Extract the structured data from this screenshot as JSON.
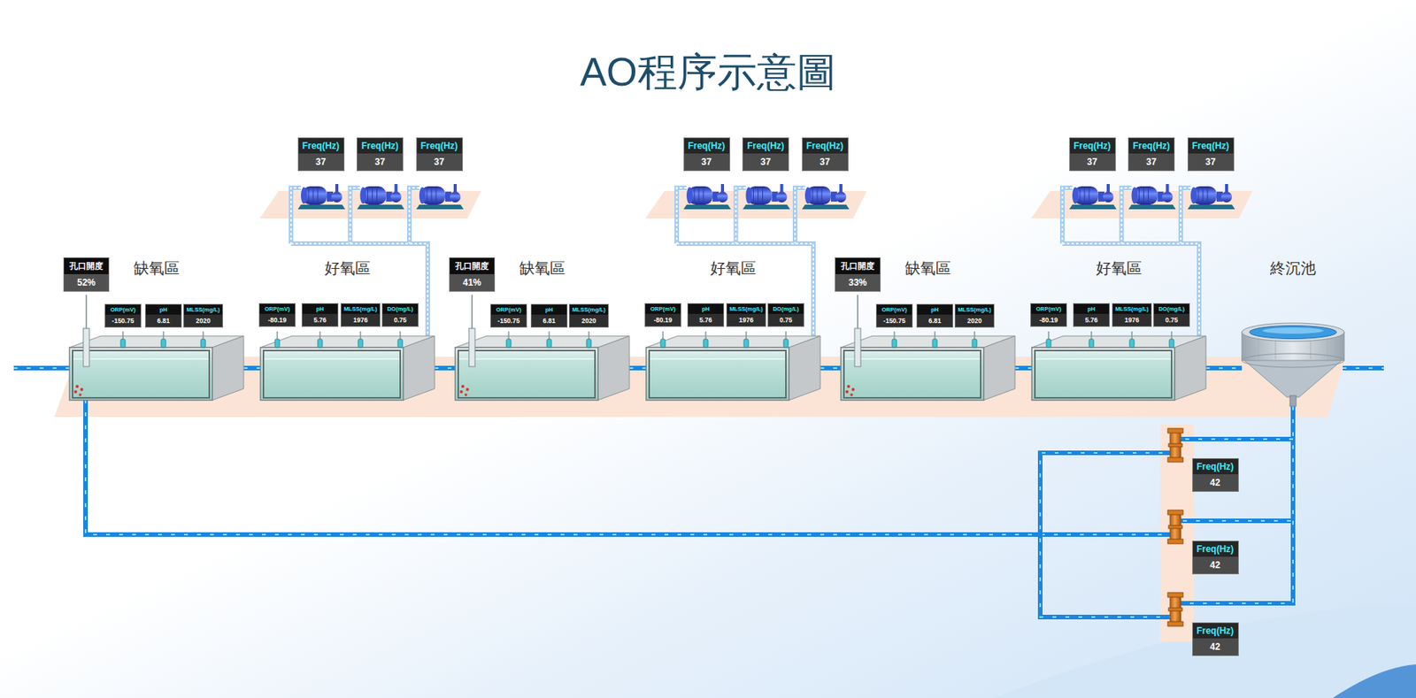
{
  "diagram": {
    "title": "AO程序示意圖",
    "nodes": [
      {
        "text": [
          "Freq(Hz)",
          "37"
        ]
      },
      {
        "text": [
          "Freq(Hz)",
          "37"
        ]
      },
      {
        "text": [
          "Freq(Hz)",
          "37"
        ]
      },
      {
        "text": [
          "孔口開度",
          "52%"
        ]
      },
      {
        "text": [
          "缺氧區"
        ]
      },
      {
        "text": [
          "ORP(mV)",
          "-150.75"
        ]
      },
      {
        "text": [
          "pH",
          "6.81"
        ]
      },
      {
        "text": [
          "MLSS(mg/L)",
          "2020"
        ]
      },
      {
        "text": [
          "好氧區"
        ]
      },
      {
        "text": [
          "ORP(mV)",
          "-80.19"
        ]
      },
      {
        "text": [
          "pH",
          "5.76"
        ]
      },
      {
        "text": [
          "MLSS(mg/L)",
          "1976"
        ]
      },
      {
        "text": [
          "DO(mg/L)",
          "0.75"
        ]
      },
      {
        "text": [
          "Freq(Hz)",
          "37"
        ]
      },
      {
        "text": [
          "Freq(Hz)",
          "37"
        ]
      },
      {
        "text": [
          "Freq(Hz)",
          "37"
        ]
      },
      {
        "text": [
          "孔口開度",
          "41%"
        ]
      },
      {
        "text": [
          "缺氧區"
        ]
      },
      {
        "text": [
          "ORP(mV)",
          "-150.75"
        ]
      },
      {
        "text": [
          "pH",
          "6.81"
        ]
      },
      {
        "text": [
          "MLSS(mg/L)",
          "2020"
        ]
      },
      {
        "text": [
          "好氧區"
        ]
      },
      {
        "text": [
          "ORP(mV)",
          "-80.19"
        ]
      },
      {
        "text": [
          "pH",
          "5.76"
        ]
      },
      {
        "text": [
          "MLSS(mg/L)",
          "1976"
        ]
      },
      {
        "text": [
          "DO(mg/L)",
          "0.75"
        ]
      },
      {
        "text": [
          "Freq(Hz)",
          "37"
        ]
      },
      {
        "text": [
          "Freq(Hz)",
          "37"
        ]
      },
      {
        "text": [
          "Freq(Hz)",
          "37"
        ]
      },
      {
        "text": [
          "孔口開度",
          "33%"
        ]
      },
      {
        "text": [
          "缺氧區"
        ]
      },
      {
        "text": [
          "ORP(mV)",
          "-150.75"
        ]
      },
      {
        "text": [
          "pH",
          "6.81"
        ]
      },
      {
        "text": [
          "MLSS(mg/L)",
          "2020"
        ]
      },
      {
        "text": [
          "好氧區"
        ]
      },
      {
        "text": [
          "ORP(mV)",
          "-80.19"
        ]
      },
      {
        "text": [
          "pH",
          "5.76"
        ]
      },
      {
        "text": [
          "MLSS(mg/L)",
          "1976"
        ]
      },
      {
        "text": [
          "DO(mg/L)",
          "0.75"
        ]
      },
      {
        "text": [
          "終沉池"
        ]
      },
      {
        "text": [
          "Freq(Hz)",
          "42"
        ]
      },
      {
        "text": [
          "Freq(Hz)",
          "42"
        ]
      },
      {
        "text": [
          "Freq(Hz)",
          "42"
        ]
      }
    ],
    "edges": [
      {
        "from": 4,
        "to": 8,
        "arrow": "none"
      },
      {
        "from": 8,
        "to": 17,
        "arrow": "none"
      },
      {
        "from": 17,
        "to": 21,
        "arrow": "none"
      },
      {
        "from": 21,
        "to": 30,
        "arrow": "none"
      },
      {
        "from": 30,
        "to": 34,
        "arrow": "none"
      },
      {
        "from": 34,
        "to": 39,
        "arrow": "none"
      },
      {
        "from": 39,
        "to": 4,
        "arrow": "none"
      }
    ]
  }
}
